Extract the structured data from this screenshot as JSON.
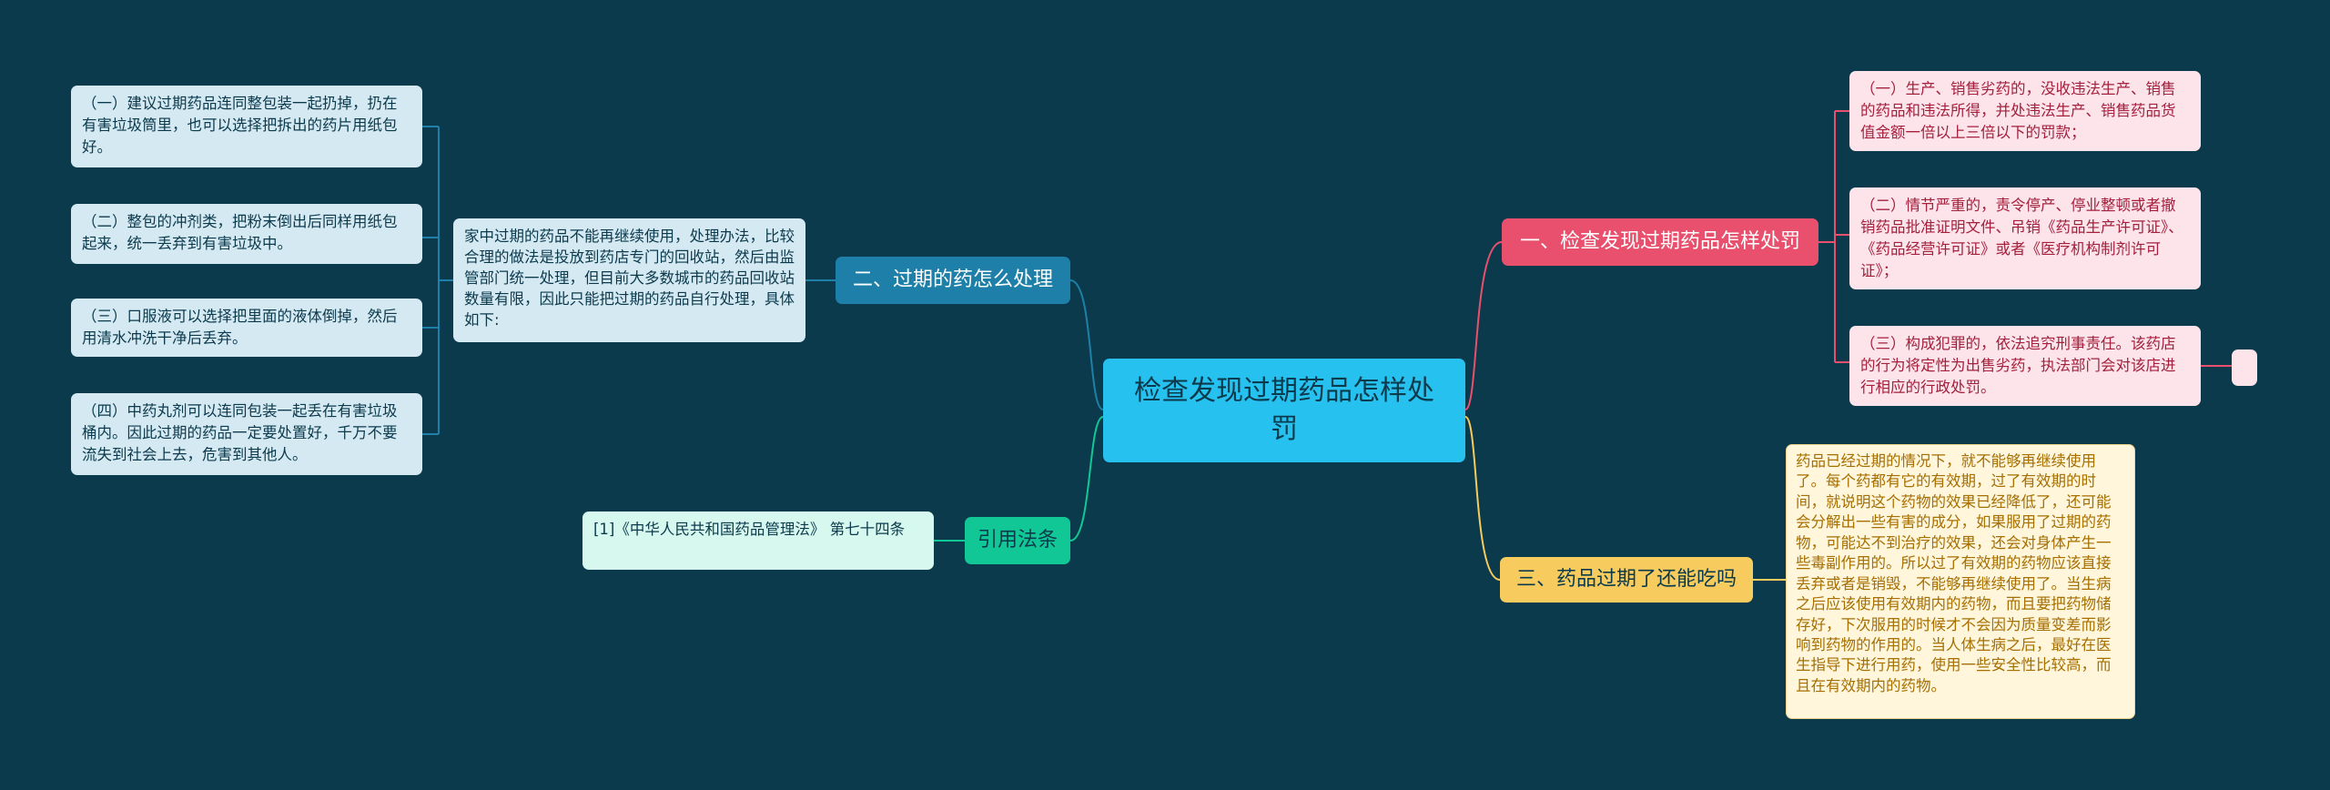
{
  "root": {
    "title": "检查发现过期药品怎样处罚"
  },
  "branches": {
    "punishment": {
      "label": "一、检查发现过期药品怎样处罚",
      "items": [
        "（一）生产、销售劣药的，没收违法生产、销售的药品和违法所得，并处违法生产、销售药品货值金额一倍以上三倍以下的罚款；",
        "（二）情节严重的，责令停产、停业整顿或者撤销药品批准证明文件、吊销《药品生产许可证》、《药品经营许可证》或者《医疗机构制剂许可证》；",
        "（三）构成犯罪的，依法追究刑事责任。该药店的行为将定性为出售劣药，执法部门会对该店进行相应的行政处罚。"
      ]
    },
    "handling": {
      "label": "二、过期的药怎么处理",
      "summary": "家中过期的药品不能再继续使用，处理办法，比较合理的做法是投放到药店专门的回收站，然后由监管部门统一处理，但目前大多数城市的药品回收站数量有限，因此只能把过期的药品自行处理，具体如下:",
      "items": [
        "（一）建议过期药品连同整包装一起扔掉，扔在有害垃圾筒里，也可以选择把拆出的药片用纸包好。",
        "（二）整包的冲剂类，把粉末倒出后同样用纸包起来，统一丢弃到有害垃圾中。",
        "（三）口服液可以选择把里面的液体倒掉，然后用清水冲洗干净后丢弃。",
        "（四）中药丸剂可以连同包装一起丢在有害垃圾桶内。因此过期的药品一定要处置好，千万不要流失到社会上去，危害到其他人。"
      ]
    },
    "edible": {
      "label": "三、药品过期了还能吃吗",
      "text": "药品已经过期的情况下，就不能够再继续使用了。每个药都有它的有效期，过了有效期的时间，就说明这个药物的效果已经降低了，还可能会分解出一些有害的成分，如果服用了过期的药物，可能达不到治疗的效果，还会对身体产生一些毒副作用的。所以过了有效期的药物应该直接丢弃或者是销毁，不能够再继续使用了。当生病之后应该使用有效期内的药物，而且要把药物储存好，下次服用的时候才不会因为质量变差而影响到药物的作用的。当人体生病之后，最好在医生指导下进行用药，使用一些安全性比较高，而且在有效期内的药物。"
    },
    "law": {
      "label": "引用法条",
      "citation": "[1]《中华人民共和国药品管理法》 第七十四条"
    }
  },
  "colors": {
    "background": "#0b3a4c",
    "root": "#27c1ef",
    "punishment": "#e8506e",
    "handling": "#1e80a8",
    "edible": "#f7cb5d",
    "law": "#12c796"
  }
}
